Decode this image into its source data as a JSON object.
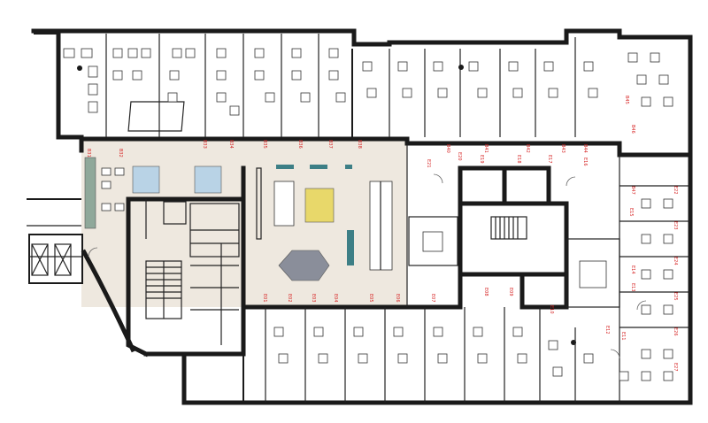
{
  "colors": {
    "wall": "#1a1a1a",
    "corridor": "#eee8df",
    "room_label": "#d62020",
    "meeting_table": "#e8d86a",
    "lounge_table": "#8a8e9a",
    "kitchen_counter": "#8fa89a",
    "pantry_unit": "#b9d3e6",
    "seat_teal": "#3d7f86"
  },
  "room_labels": {
    "top_row": [
      "B31",
      "B32",
      "B33",
      "B34",
      "B35",
      "B36",
      "B37",
      "B38",
      "B40",
      "B41",
      "B42",
      "B43",
      "B44",
      "B45",
      "B46",
      "B47"
    ],
    "corridor_top": [
      "E21",
      "E20",
      "E19",
      "E18",
      "E17",
      "E16",
      "E15",
      "E14",
      "E13",
      "E12",
      "E11",
      "E10",
      "E09",
      "E08"
    ],
    "corridor_bottom": [
      "E01",
      "E02",
      "E03",
      "E04",
      "E05",
      "E06",
      "E07"
    ],
    "right_column": [
      "E22",
      "E23",
      "E24",
      "E25",
      "E26",
      "E27"
    ]
  },
  "icons": {
    "stair": "stair-icon",
    "column": "column-icon",
    "door": "door-swing-icon"
  }
}
